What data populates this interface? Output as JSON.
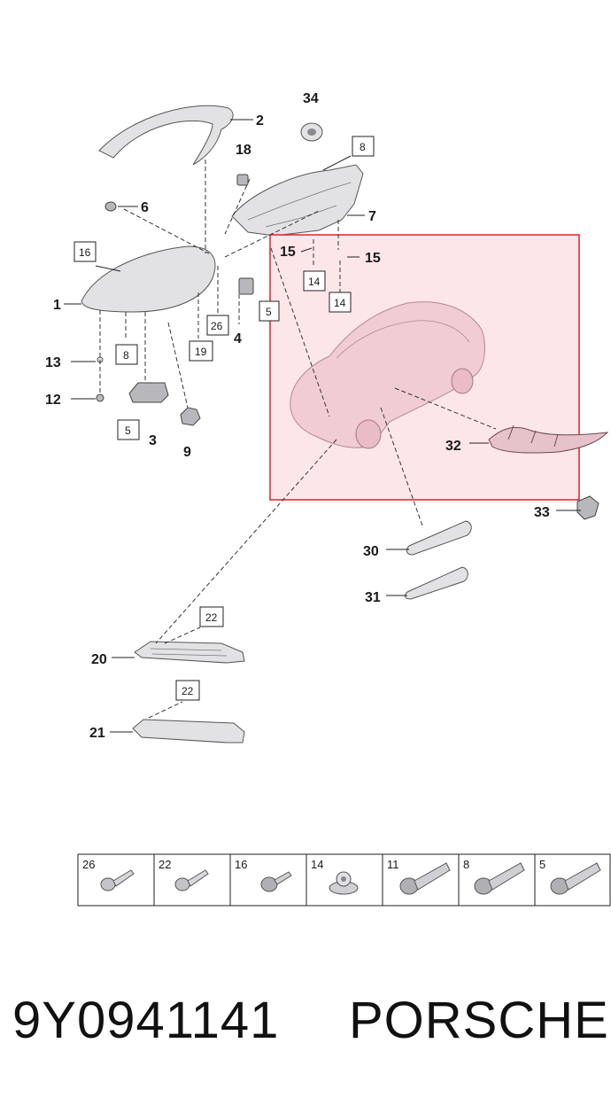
{
  "callouts": {
    "c1": "1",
    "c2": "2",
    "c3": "3",
    "c4": "4",
    "c6": "6",
    "c7": "7",
    "c9": "9",
    "c12": "12",
    "c13": "13",
    "c15a": "15",
    "c15b": "15",
    "c18": "18",
    "c20": "20",
    "c21": "21",
    "c30": "30",
    "c31": "31",
    "c32": "32",
    "c33": "33",
    "c34": "34"
  },
  "boxed_refs": {
    "b8_top": "8",
    "b16": "16",
    "b26": "26",
    "b5_mid": "5",
    "b19": "19",
    "b8_left": "8",
    "b5_low": "5",
    "b14a": "14",
    "b14b": "14",
    "b22a": "22",
    "b22b": "22"
  },
  "fastener_table": [
    "26",
    "22",
    "16",
    "14",
    "11",
    "8",
    "5"
  ],
  "highlight_color": "#e0202a",
  "footer": {
    "part_number": "9Y0941141",
    "brand": "PORSCHE"
  }
}
